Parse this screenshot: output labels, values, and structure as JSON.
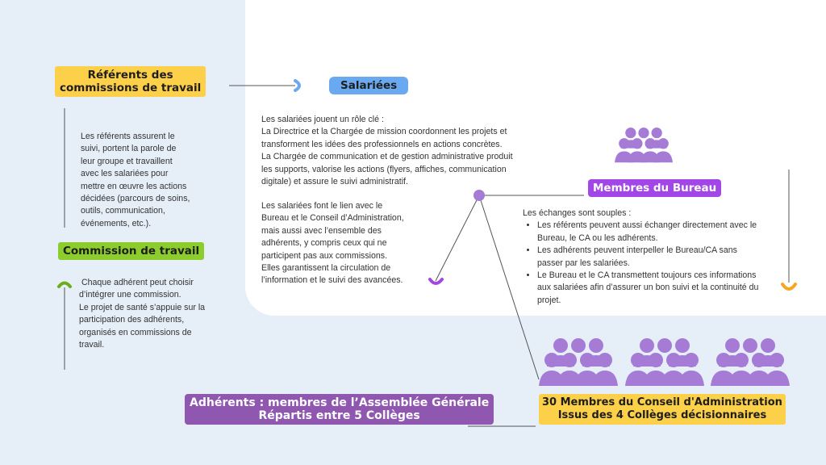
{
  "colors": {
    "background": "#e6eef8",
    "panel": "#ffffff",
    "yellow": "#fcd048",
    "blue": "#6aa9f0",
    "green": "#8ccc2c",
    "purple": "#a246e8",
    "people": "#a57bd6",
    "violet": "#8f57b0",
    "orange": "#f5a623",
    "line": "#444444"
  },
  "tags": {
    "referents_line1": "Référents des",
    "referents_line2": "commissions de travail",
    "salariees": "Salariées",
    "commission": "Commission de travail",
    "bureau": "Membres du Bureau",
    "adherents_line1": "Adhérents : membres de l’Assemblée Générale",
    "adherents_line2": "Répartis entre 5 Collèges",
    "ca_line1": "30 Membres du Conseil d'Administration",
    "ca_line2": "Issus des 4 Collèges décisionnaires"
  },
  "texts": {
    "referents": [
      "Les référents assurent le",
      "suivi, portent la parole de",
      "leur groupe et travaillent",
      "avec les salariées pour",
      "mettre en œuvre les actions",
      "décidées (parcours de soins,",
      "outils, communication,",
      "événements, etc.)."
    ],
    "commission": [
      " Chaque adhérent peut choisir",
      "d’intégrer une commission.",
      "Le projet de santé s’appuie sur la",
      "participation des adhérents,",
      "organisés en commissions de",
      "travail."
    ],
    "salariees_role": [
      "Les salariées jouent un rôle clé :",
      "La Directrice et la Chargée de mission coordonnent les projets et",
      "transforment les idées des professionnels en actions concrètes.",
      "La Chargée de communication et de gestion administrative produit",
      "les supports, valorise les actions (flyers, affiches, communication",
      "digitale) et assure le suivi administratif."
    ],
    "salariees_lien": [
      "Les salariées font le lien avec le",
      "Bureau et le Conseil d’Administration,",
      "mais aussi avec l’ensemble des",
      "adhérents, y compris ceux qui ne",
      "participent pas aux commissions.",
      "Elles garantissent la circulation de",
      "l’information et le suivi des avancées."
    ],
    "echanges_intro": "Les échanges sont souples :",
    "echanges_items": [
      "Les référents peuvent aussi échanger directement avec le Bureau, le CA ou les adhérents.",
      "Les adhérents peuvent interpeller le Bureau/CA sans passer par les salariées.",
      "Le Bureau et le CA transmettent toujours ces informations aux salariées afin d’assurer un bon suivi et la continuité du projet."
    ]
  }
}
